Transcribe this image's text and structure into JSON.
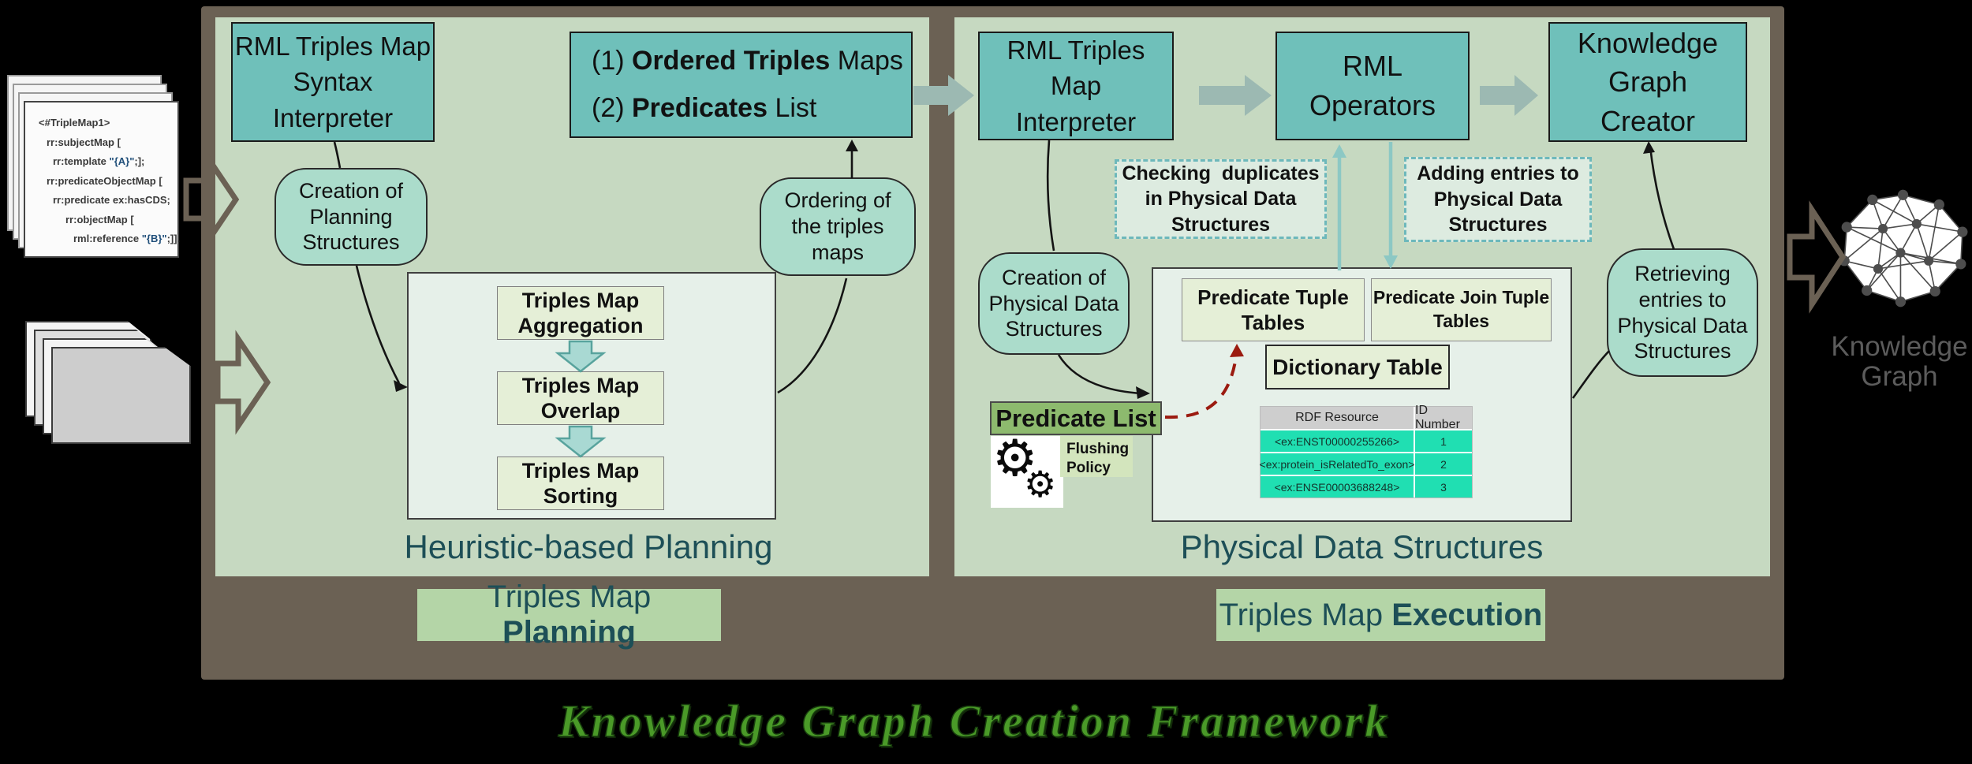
{
  "title": {
    "text": "Knowledge Graph Creation Framework"
  },
  "colors": {
    "frame_brown": "#6b6154",
    "panel_green": "#c6d9c1",
    "teal_box": "#6fc0ba",
    "rounded_mint": "#abdccb",
    "step_box": "#e5efd7",
    "dashed_note": "#ddebe0",
    "nav_arrow": "#9cb9b2",
    "rdf_row_teal": "#20dfb2",
    "rdf_header_gray": "#cecece",
    "predicate_list_green": "#8dba6e",
    "label_bg": "#b4d5a7",
    "dark_teal_text": "#1d4f57",
    "red_dashed_arrow": "#9b1b10",
    "title_green": "#4a9a28"
  },
  "inputs": {
    "rml_doc": {
      "lines": [
        {
          "pre": "<#TripleMap1>",
          "hl": "",
          "post": ""
        },
        {
          "pre": "rr:subjectMap [",
          "hl": "",
          "post": ""
        },
        {
          "pre": "rr:template ",
          "hl": "\"{A}\"",
          "post": ";];"
        },
        {
          "pre": "rr:predicateObjectMap [",
          "hl": "",
          "post": ""
        },
        {
          "pre": "rr:predicate ex:hasCDS;",
          "hl": "",
          "post": ""
        },
        {
          "pre": "rr:objectMap [",
          "hl": "",
          "post": ""
        },
        {
          "pre": "rml:reference ",
          "hl": "\"{B}\"",
          "post": ";]]."
        }
      ]
    }
  },
  "planning": {
    "syntax_interpreter": "RML Triples Map\nSyntax\nInterpreter",
    "outputs_box": {
      "item1_prefix": "(1) ",
      "item1_bold": "Ordered Triples",
      "item1_suffix": " Maps",
      "item2_prefix": "(2) ",
      "item2_bold": "Predicates",
      "item2_suffix": " List"
    },
    "creation_planning": "Creation of\nPlanning\nStructures",
    "ordering": "Ordering of\nthe triples\nmaps",
    "steps": [
      "Triples Map\nAggregation",
      "Triples Map\nOverlap",
      "Triples Map\nSorting"
    ],
    "caption": "Heuristic-based Planning",
    "label": {
      "prefix": "Triples Map ",
      "bold": "Planning"
    }
  },
  "execution": {
    "interpreter": "RML Triples\nMap\nInterpreter",
    "operators": "RML\nOperators",
    "kg_creator": "Knowledge\nGraph\nCreator",
    "checking_note": "Checking  duplicates\nin Physical Data\nStructures",
    "adding_note": "Adding entries to\nPhysical Data\nStructures",
    "creation_pds": "Creation of\nPhysical Data\nStructures",
    "retrieving": "Retrieving\nentries to\nPhysical Data\nStructures",
    "predicate_list": "Predicate List",
    "flushing": "Flushing\nPolicy",
    "pds": {
      "tuple_tables": "Predicate Tuple\nTables",
      "join_tuple_tables": "Predicate Join Tuple\nTables",
      "dictionary": "Dictionary Table",
      "caption": "Physical Data Structures",
      "table": {
        "headers": [
          "RDF Resource",
          "ID Number"
        ],
        "rows": [
          [
            "<ex:ENST00000255266>",
            "1"
          ],
          [
            "<ex:protein_isRelatedTo_exon>",
            "2"
          ],
          [
            "<ex:ENSE00003688248>",
            "3"
          ]
        ]
      }
    },
    "label": {
      "prefix": "Triples Map ",
      "bold": "Execution"
    }
  },
  "output": {
    "kg_caption": "Knowledge\nGraph"
  }
}
